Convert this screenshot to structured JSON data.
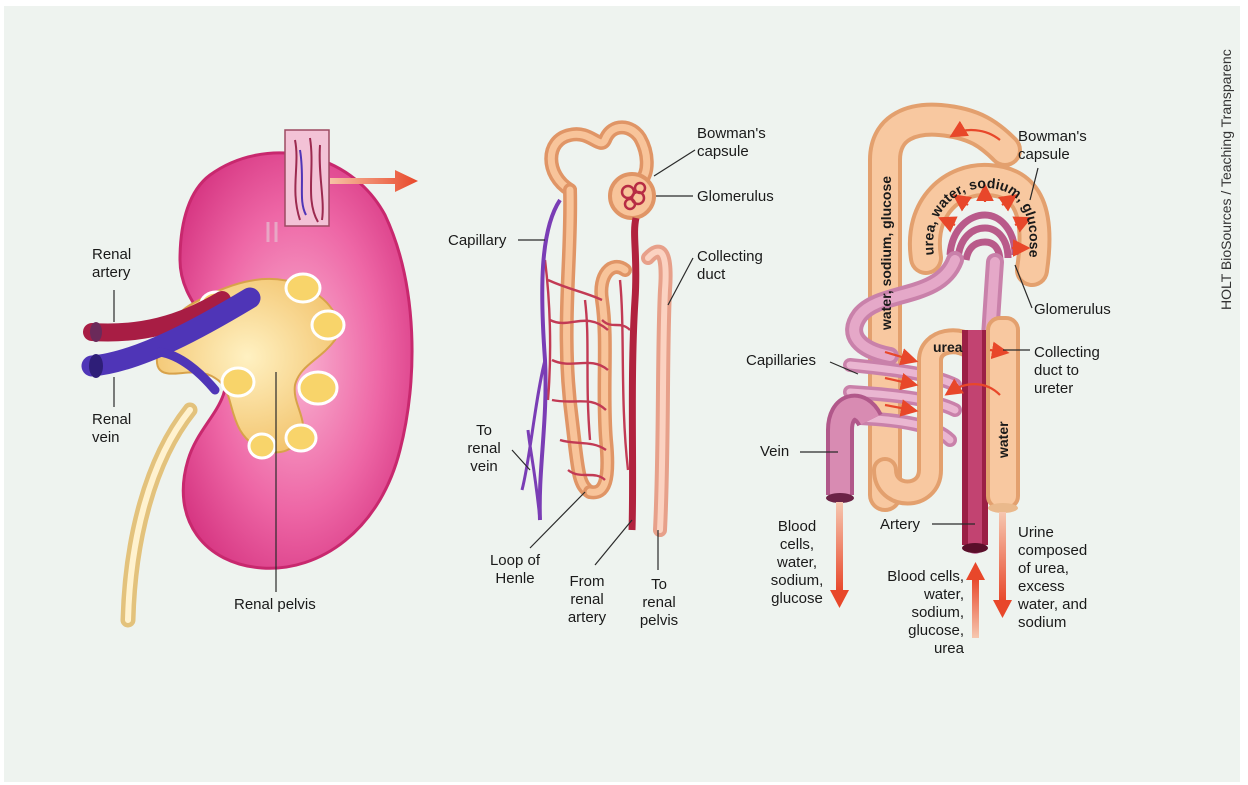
{
  "colors": {
    "paper": "#eef3ef",
    "cortex": "#e9559a",
    "cortex_edge": "#c8286e",
    "pelvis": "#f6cf7a",
    "artery": "#b8234a",
    "vein": "#5b3bbd",
    "tubule": "#f3b07a",
    "tubule_edge": "#c8733a",
    "capillary": "#c23a54",
    "arrow": "#e8472a"
  },
  "kidney": {
    "renal_artery": "Renal\nartery",
    "renal_vein": "Renal\nvein",
    "renal_pelvis": "Renal pelvis"
  },
  "nephron": {
    "bowmans_capsule": "Bowman's\ncapsule",
    "glomerulus": "Glomerulus",
    "capillary": "Capillary",
    "collecting_duct": "Collecting\nduct",
    "to_renal_vein": "To\nrenal\nvein",
    "loop_of_henle": "Loop of\nHenle",
    "from_renal_artery": "From\nrenal\nartery",
    "to_renal_pelvis": "To\nrenal\npelvis"
  },
  "flow": {
    "bowmans_capsule": "Bowman's\ncapsule",
    "glomerulus": "Glomerulus",
    "capillaries": "Capillaries",
    "collecting_duct_to_ureter": "Collecting\nduct to\nureter",
    "vein": "Vein",
    "artery": "Artery",
    "blood_out": "Blood\ncells,\nwater,\nsodium,\nglucose",
    "blood_in": "Blood cells,\nwater,\nsodium,\nglucose,\nurea",
    "urine": "Urine\ncomposed\nof urea,\nexcess\nwater, and\nsodium",
    "tube_left": "water, sodium, glucose",
    "capsule_arc": "urea, water, sodium, glucose",
    "urea": "urea",
    "water": "water"
  },
  "credit": "HOLT BioSources / Teaching Transparenc"
}
